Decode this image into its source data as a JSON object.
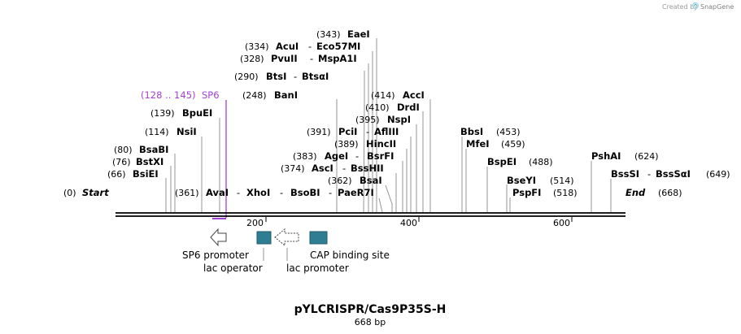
{
  "credit": {
    "prefix": "Created by",
    "brand": "SnapGene"
  },
  "sequence": {
    "name": "pYLCRISPR/Cas9P35S-H",
    "length_label": "668 bp",
    "length": 668
  },
  "axis": {
    "ticks": [
      {
        "pos": 200,
        "label": "200"
      },
      {
        "pos": 400,
        "label": "400"
      },
      {
        "pos": 600,
        "label": "600"
      }
    ],
    "start": {
      "num": "(0)",
      "label": "Start"
    },
    "end": {
      "num": "(668)",
      "label": "End"
    }
  },
  "primer": {
    "range": "(128 .. 145)",
    "name": "SP6",
    "start": 128,
    "end": 145
  },
  "sites": [
    {
      "pos": 343,
      "num": "(343)",
      "names": [
        "EaeI"
      ]
    },
    {
      "pos": 334,
      "num": "(334)",
      "names": [
        "AcuI",
        "Eco57MI"
      ]
    },
    {
      "pos": 328,
      "num": "(328)",
      "names": [
        "PvuII",
        "MspA1I"
      ]
    },
    {
      "pos": 290,
      "num": "(290)",
      "names": [
        "BtsI",
        "BtsαI"
      ]
    },
    {
      "pos": 248,
      "num": "(248)",
      "names": [
        "BanI"
      ]
    },
    {
      "pos": 414,
      "num": "(414)",
      "names": [
        "AccI"
      ]
    },
    {
      "pos": 410,
      "num": "(410)",
      "names": [
        "DrdI"
      ]
    },
    {
      "pos": 139,
      "num": "(139)",
      "names": [
        "BpuEI"
      ]
    },
    {
      "pos": 395,
      "num": "(395)",
      "names": [
        "NspI"
      ]
    },
    {
      "pos": 114,
      "num": "(114)",
      "names": [
        "NsiI"
      ]
    },
    {
      "pos": 391,
      "num": "(391)",
      "names": [
        "PciI",
        "AflIII"
      ]
    },
    {
      "pos": 453,
      "num": "(453)",
      "names": [
        "BbsI"
      ]
    },
    {
      "pos": 389,
      "num": "(389)",
      "names": [
        "HincII"
      ]
    },
    {
      "pos": 459,
      "num": "(459)",
      "names": [
        "MfeI"
      ]
    },
    {
      "pos": 80,
      "num": "(80)",
      "names": [
        "BsaBI"
      ]
    },
    {
      "pos": 383,
      "num": "(383)",
      "names": [
        "AgeI",
        "BsrFI"
      ]
    },
    {
      "pos": 624,
      "num": "(624)",
      "names": [
        "PshAI"
      ]
    },
    {
      "pos": 76,
      "num": "(76)",
      "names": [
        "BstXI"
      ]
    },
    {
      "pos": 488,
      "num": "(488)",
      "names": [
        "BspEI"
      ]
    },
    {
      "pos": 374,
      "num": "(374)",
      "names": [
        "AscI",
        "BssHII"
      ]
    },
    {
      "pos": 66,
      "num": "(66)",
      "names": [
        "BsiEI"
      ]
    },
    {
      "pos": 649,
      "num": "(649)",
      "names": [
        "BssSI",
        "BssSαI"
      ]
    },
    {
      "pos": 362,
      "num": "(362)",
      "names": [
        "BsaI"
      ]
    },
    {
      "pos": 514,
      "num": "(514)",
      "names": [
        "BseYI"
      ]
    },
    {
      "pos": 361,
      "num": "(361)",
      "names": [
        "AvaI",
        "XhoI",
        "BsoBI",
        "PaeR7I"
      ]
    },
    {
      "pos": 518,
      "num": "(518)",
      "names": [
        "PspFI"
      ]
    }
  ],
  "features": [
    {
      "name": "SP6 promoter",
      "type": "promoter",
      "direction": "left",
      "color": "#ffffff"
    },
    {
      "name": "lac operator",
      "type": "box",
      "color": "#2f7d92"
    },
    {
      "name": "lac promoter",
      "type": "promoter",
      "direction": "left",
      "color": "#ffffff"
    },
    {
      "name": "CAP binding site",
      "type": "box",
      "color": "#2f7d92"
    }
  ]
}
